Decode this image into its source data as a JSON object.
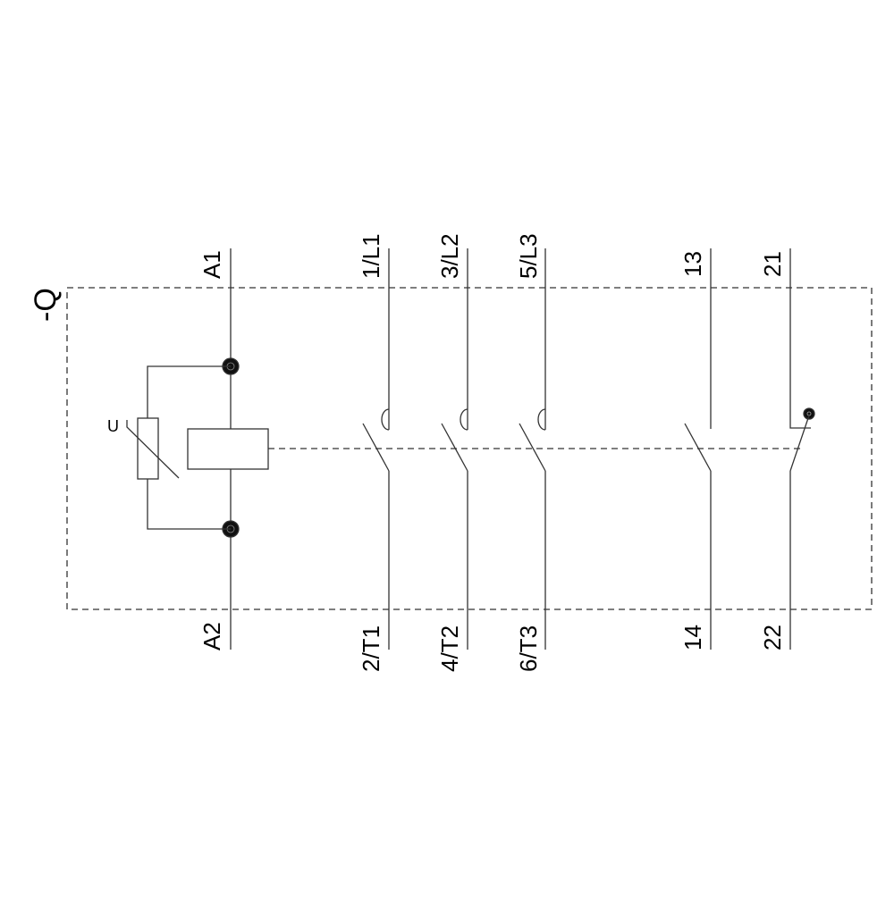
{
  "device_label": "-Q",
  "coil": {
    "terminal_top": "A1",
    "terminal_bottom": "A2"
  },
  "varistor": {
    "label": "U"
  },
  "main_contacts": [
    {
      "top": "1/L1",
      "bottom": "2/T1"
    },
    {
      "top": "3/L2",
      "bottom": "4/T2"
    },
    {
      "top": "5/L3",
      "bottom": "6/T3"
    }
  ],
  "aux_contacts": [
    {
      "top": "13",
      "bottom": "14",
      "type": "NO"
    },
    {
      "top": "21",
      "bottom": "22",
      "type": "NC"
    }
  ]
}
